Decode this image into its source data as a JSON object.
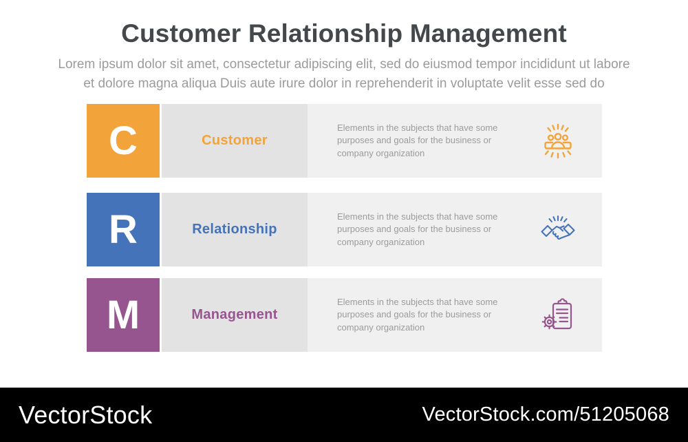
{
  "page": {
    "title": "Customer Relationship Management",
    "subtitle_line1": "Lorem ipsum dolor sit amet, consectetur adipiscing elit, sed do eiusmod tempor incididunt ut labore",
    "subtitle_line2": "et dolore magna aliqua Duis aute irure dolor in reprehenderit in voluptate velit esse sed do"
  },
  "rows": [
    {
      "letter": "C",
      "label": "Customer",
      "description": "Elements in the subjects that have some purposes and goals for the business or company organization",
      "color": "#F2A33A",
      "icon": "team-rays-icon"
    },
    {
      "letter": "R",
      "label": "Relationship",
      "description": "Elements in the subjects that have some purposes and goals for the business or company organization",
      "color": "#4473B9",
      "icon": "handshake-icon"
    },
    {
      "letter": "M",
      "label": "Management",
      "description": "Elements in the subjects that have some purposes and goals for the business or company organization",
      "color": "#96558F",
      "icon": "clipboard-gear-icon"
    }
  ],
  "watermark": {
    "brand": "VectorStock",
    "url_text": "VectorStock.com/51205068"
  },
  "colors": {
    "title": "#45484B",
    "subtitle": "#9B9B9B",
    "label_block_bg": "#E3E3E3",
    "desc_block_bg": "#F0F0F0",
    "watermark_bg": "#000000",
    "watermark_text": "#FFFFFF"
  }
}
